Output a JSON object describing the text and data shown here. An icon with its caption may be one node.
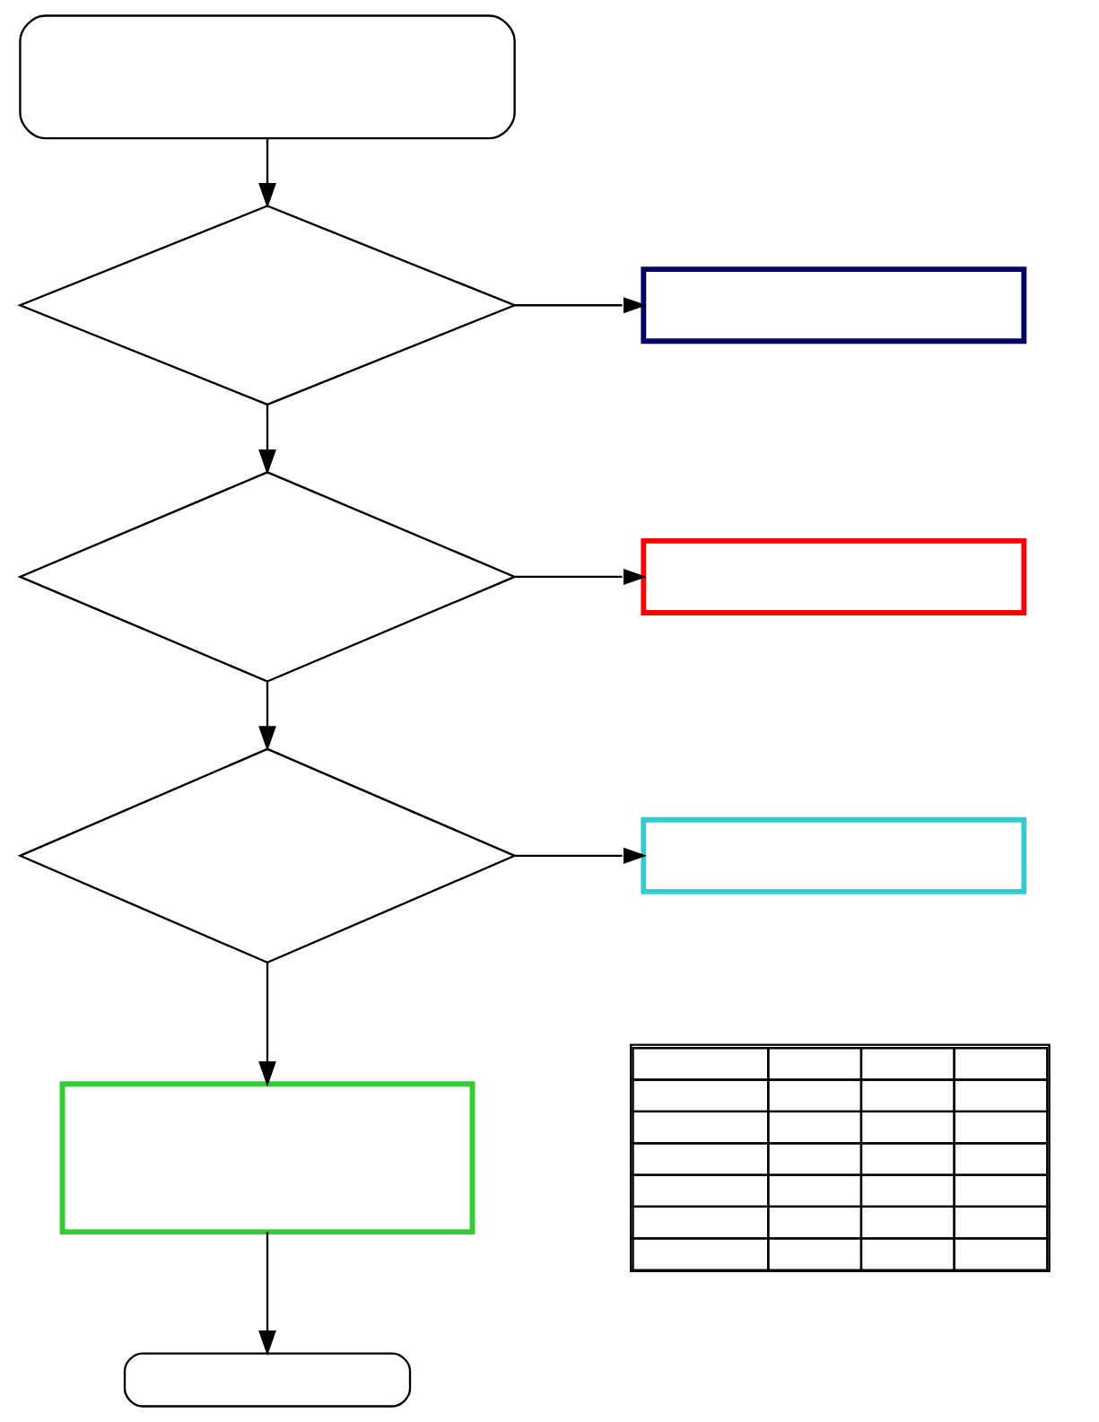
{
  "diagram": {
    "nodes": [
      {
        "text": [],
        "shape": "box"
      },
      {
        "text": [],
        "shape": "diamond"
      },
      {
        "text": [],
        "shape": "box"
      },
      {
        "text": [],
        "shape": "diamond"
      },
      {
        "text": [],
        "shape": "box"
      },
      {
        "text": [],
        "shape": "diamond"
      },
      {
        "text": [],
        "shape": "box"
      },
      {
        "text": [],
        "shape": "box"
      },
      {
        "text": [],
        "shape": "box"
      },
      {
        "text": [],
        "shape": "table"
      }
    ],
    "edges": [
      {
        "from": 0,
        "to": 1,
        "arrow": "to"
      },
      {
        "from": 1,
        "to": 2,
        "arrow": "to"
      },
      {
        "from": 1,
        "to": 3,
        "arrow": "to"
      },
      {
        "from": 3,
        "to": 4,
        "arrow": "to"
      },
      {
        "from": 3,
        "to": 5,
        "arrow": "to"
      },
      {
        "from": 5,
        "to": 6,
        "arrow": "to"
      },
      {
        "from": 5,
        "to": 7,
        "arrow": "to"
      },
      {
        "from": 7,
        "to": 8,
        "arrow": "to"
      }
    ]
  }
}
